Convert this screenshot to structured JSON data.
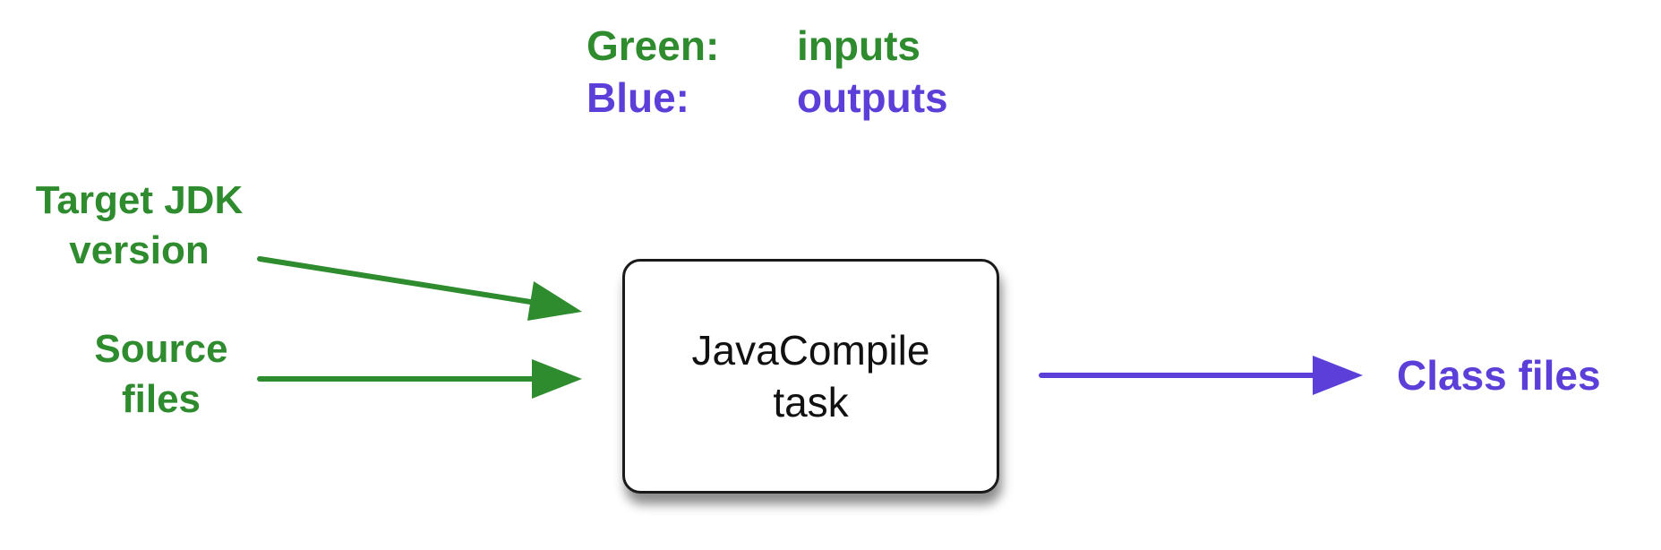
{
  "legend": {
    "green_key": "Green:",
    "green_value": "inputs",
    "blue_key": "Blue:",
    "blue_value": "outputs"
  },
  "inputs": {
    "jdk_line1": "Target JDK",
    "jdk_line2": "version",
    "source_line1": "Source",
    "source_line2": "files"
  },
  "task": {
    "line1": "JavaCompile",
    "line2": "task"
  },
  "output": {
    "label": "Class files"
  },
  "colors": {
    "input": "#2e8b2e",
    "output": "#5c3fd9",
    "box_border": "#1a1a1a"
  }
}
